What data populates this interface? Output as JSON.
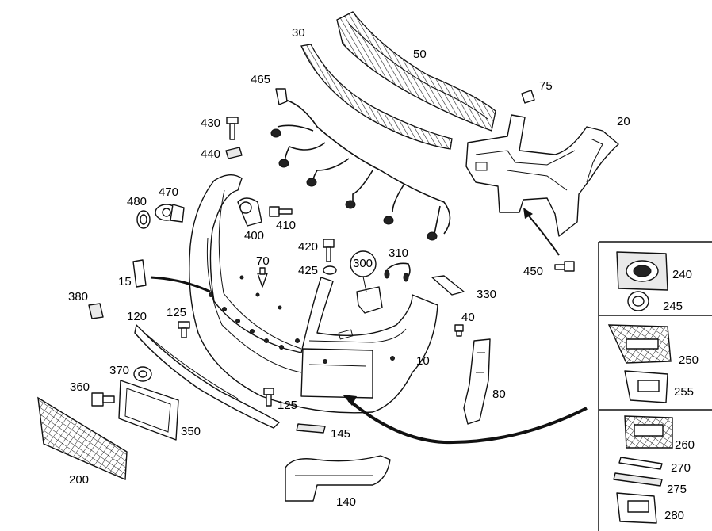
{
  "diagram": {
    "callouts": {
      "p10": "10",
      "p15": "15",
      "p20": "20",
      "p30": "30",
      "p40": "40",
      "p50": "50",
      "p70": "70",
      "p75": "75",
      "p80": "80",
      "p120": "120",
      "p125a": "125",
      "p125b": "125",
      "p140": "140",
      "p145": "145",
      "p200": "200",
      "p240": "240",
      "p245": "245",
      "p250": "250",
      "p255": "255",
      "p260": "260",
      "p270": "270",
      "p275": "275",
      "p280": "280",
      "p300": "300",
      "p310": "310",
      "p330": "330",
      "p350": "350",
      "p360": "360",
      "p370": "370",
      "p380": "380",
      "p400": "400",
      "p410": "410",
      "p420": "420",
      "p425": "425",
      "p430": "430",
      "p440": "440",
      "p450": "450",
      "p465": "465",
      "p470": "470",
      "p480": "480"
    }
  }
}
